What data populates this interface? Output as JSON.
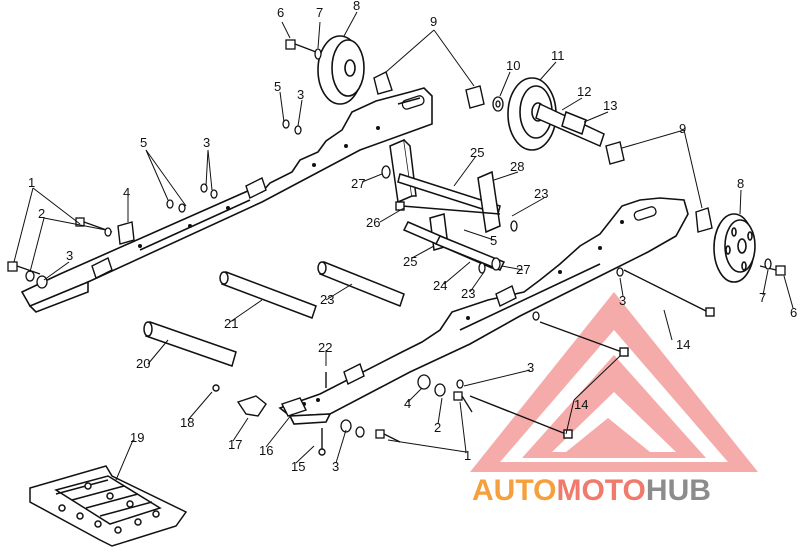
{
  "diagram": {
    "callouts": [
      "1",
      "2",
      "3",
      "4",
      "5",
      "6",
      "7",
      "8",
      "9",
      "10",
      "11",
      "12",
      "13",
      "14",
      "15",
      "16",
      "17",
      "18",
      "19",
      "20",
      "21",
      "22",
      "23",
      "24",
      "25",
      "26",
      "27",
      "28"
    ]
  },
  "watermark": {
    "part1": "AUTO",
    "part2": "MOTO",
    "part3": "HUB",
    "color_orange": "#f5a03c",
    "color_red": "#f07a6c",
    "color_gray": "#8c8c8c",
    "logo_color": "#f08d86"
  },
  "colors": {
    "line": "#111111",
    "background": "#ffffff"
  }
}
